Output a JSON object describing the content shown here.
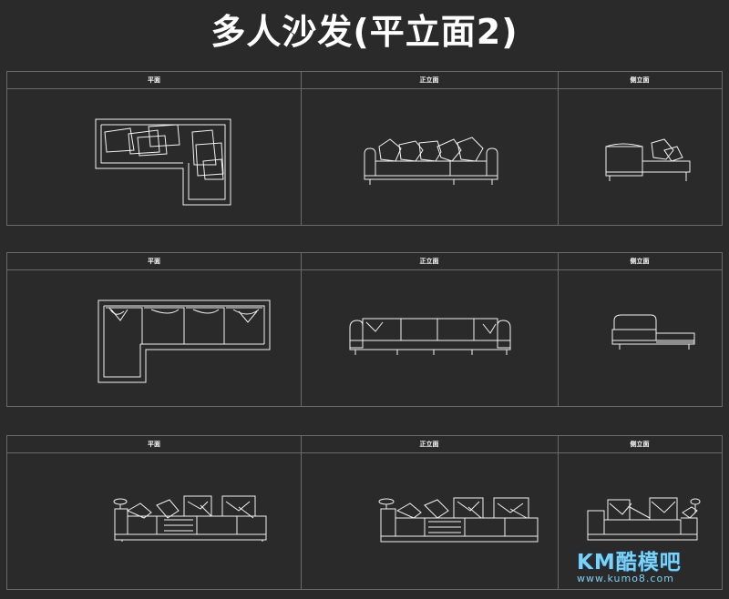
{
  "title": "多人沙发(平立面2)",
  "rows": [
    {
      "labels": [
        "平面",
        "正立面",
        "侧立面"
      ]
    },
    {
      "labels": [
        "平面",
        "正立面",
        "侧立面"
      ]
    },
    {
      "labels": [
        "平面",
        "正立面",
        "侧立面"
      ]
    }
  ],
  "watermark": {
    "brand": "KM酷模吧",
    "url": "www.kumo8.com"
  },
  "colors": {
    "background": "#2a2a2a",
    "lines": "#f2f2f2",
    "grid": "#6a6a6a",
    "watermark": "#7fd0f5"
  }
}
